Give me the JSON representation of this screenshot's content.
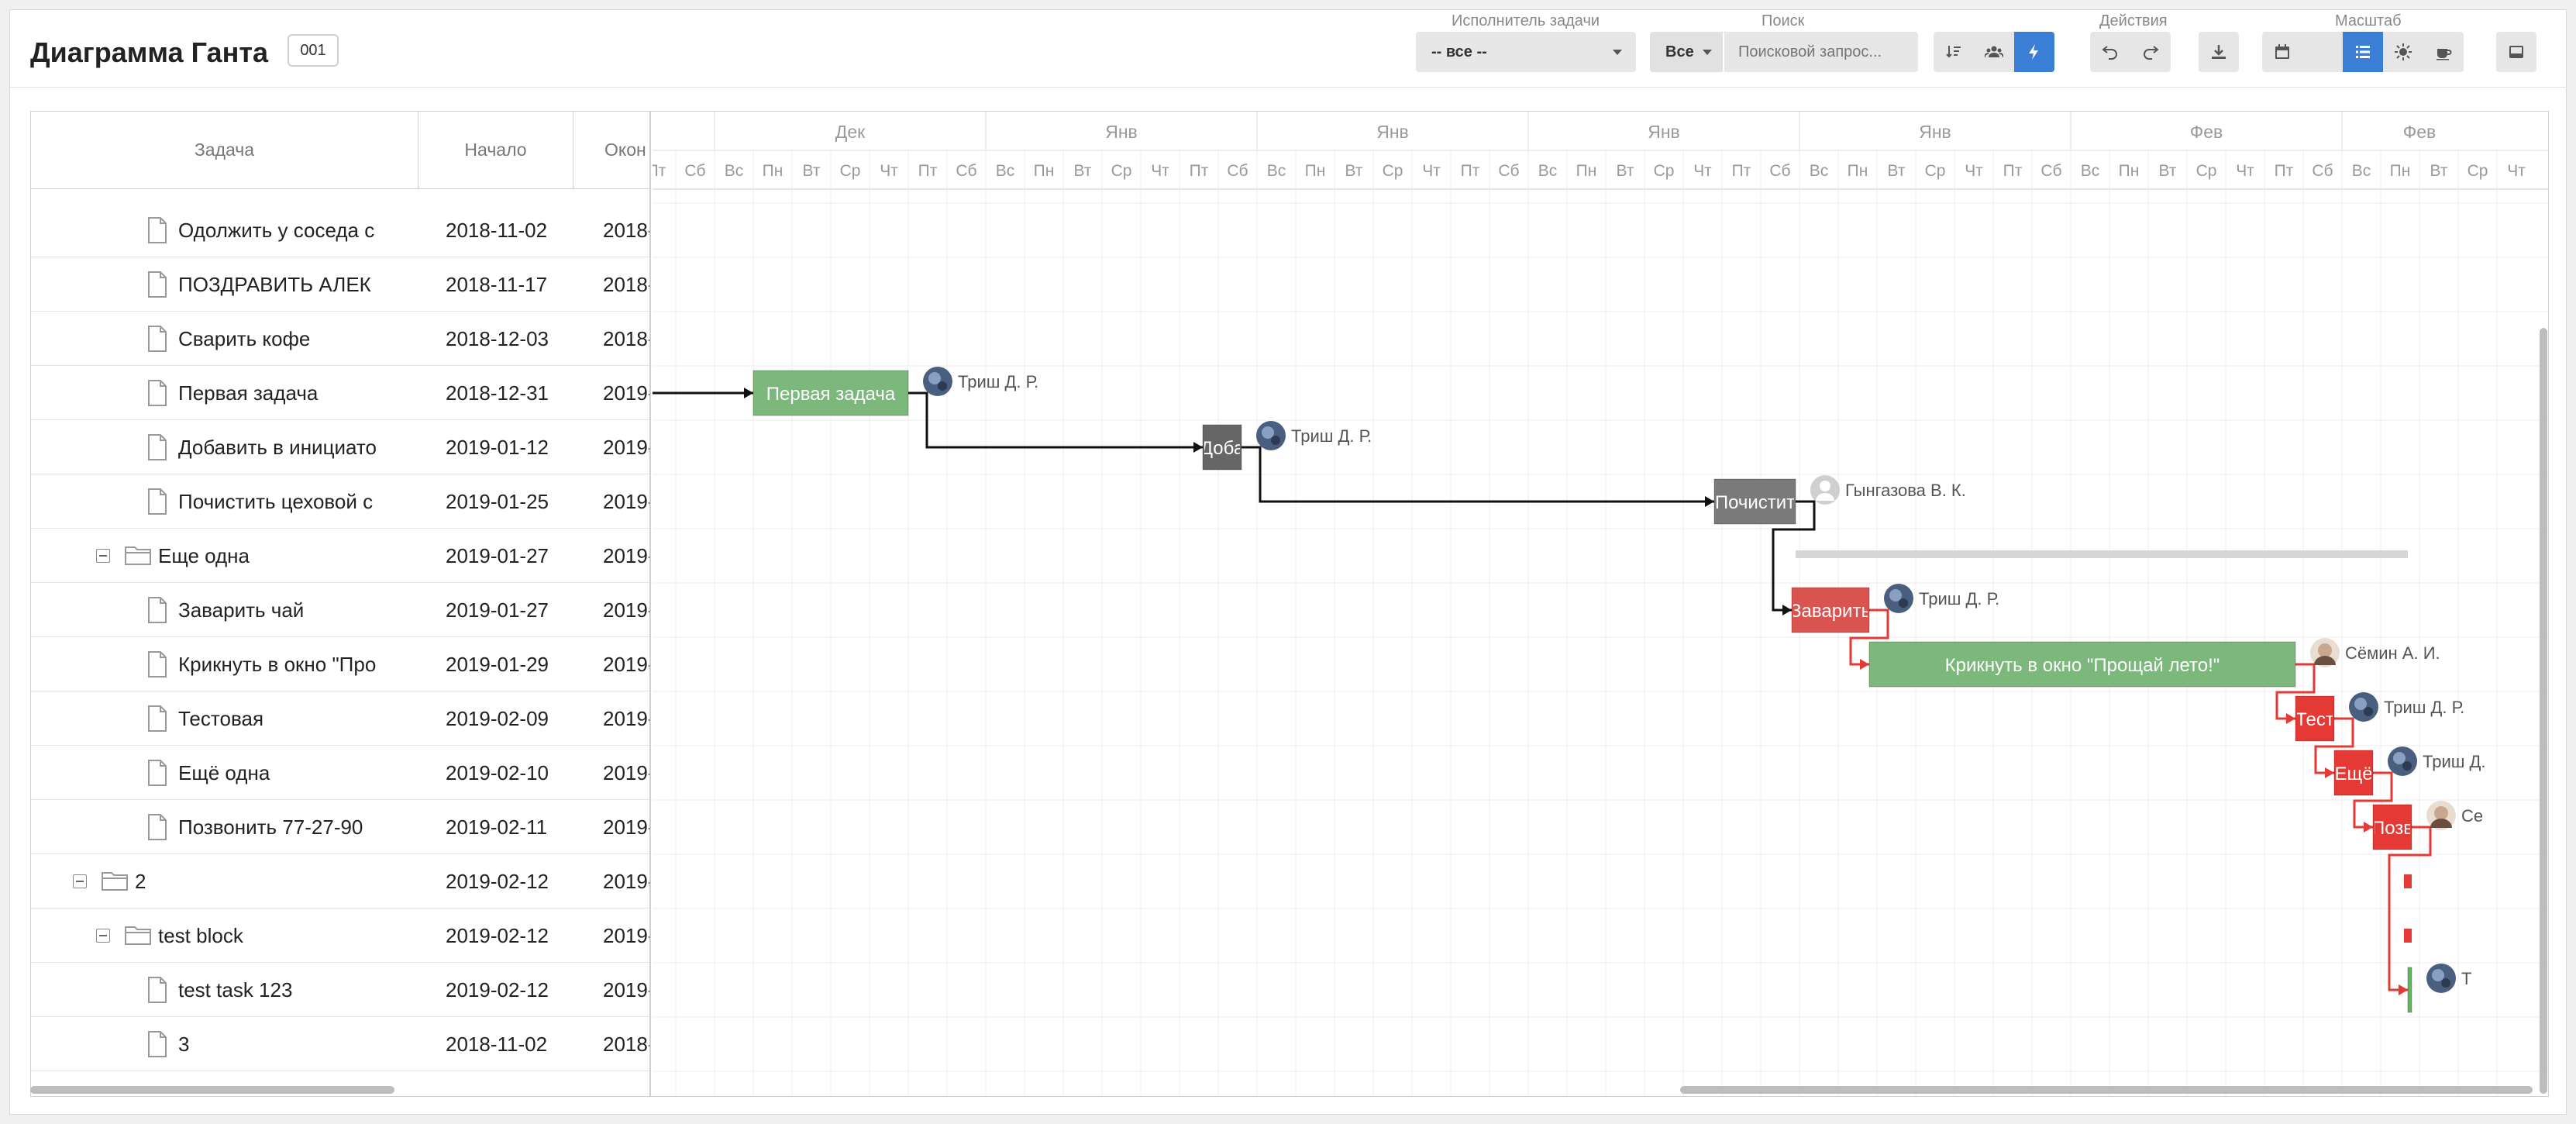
{
  "header": {
    "title": "Диаграмма Ганта",
    "badge": "001",
    "assignee": {
      "label": "Исполнитель задачи",
      "value": "-- все --"
    },
    "search": {
      "label": "Поиск",
      "scope": "Все",
      "placeholder": "Поисковой запрос..."
    },
    "actions_label": "Действия",
    "scale_label": "Масштаб",
    "accent_color": "#3a7fd5"
  },
  "table": {
    "columns": [
      "Задача",
      "Начало",
      "Окон"
    ],
    "rows": [
      {
        "name": "Одолжить у соседа с",
        "start": "2018-11-02",
        "end": "2018-",
        "type": "task",
        "indent": 2
      },
      {
        "name": "ПОЗДРАВИТЬ АЛЕК",
        "start": "2018-11-17",
        "end": "2018-",
        "type": "task",
        "indent": 2
      },
      {
        "name": "Сварить кофе",
        "start": "2018-12-03",
        "end": "2018-",
        "type": "task",
        "indent": 2
      },
      {
        "name": "Первая задача",
        "start": "2018-12-31",
        "end": "2019-",
        "type": "task",
        "indent": 2
      },
      {
        "name": "Добавить в инициато",
        "start": "2019-01-12",
        "end": "2019-",
        "type": "task",
        "indent": 2
      },
      {
        "name": "Почистить цеховой с",
        "start": "2019-01-25",
        "end": "2019-",
        "type": "task",
        "indent": 2
      },
      {
        "name": "Еще одна",
        "start": "2019-01-27",
        "end": "2019-",
        "type": "folder",
        "indent": 1
      },
      {
        "name": "Заварить чай",
        "start": "2019-01-27",
        "end": "2019-",
        "type": "task",
        "indent": 2
      },
      {
        "name": "Крикнуть в окно \"Про",
        "start": "2019-01-29",
        "end": "2019-",
        "type": "task",
        "indent": 2
      },
      {
        "name": "Тестовая",
        "start": "2019-02-09",
        "end": "2019-",
        "type": "task",
        "indent": 2
      },
      {
        "name": "Ещё одна",
        "start": "2019-02-10",
        "end": "2019-",
        "type": "task",
        "indent": 2
      },
      {
        "name": "Позвонить 77-27-90",
        "start": "2019-02-11",
        "end": "2019-",
        "type": "task",
        "indent": 2
      },
      {
        "name": "2",
        "start": "2019-02-12",
        "end": "2019-",
        "type": "folder",
        "indent": 0
      },
      {
        "name": "test block",
        "start": "2019-02-12",
        "end": "2019-",
        "type": "folder",
        "indent": 1
      },
      {
        "name": "test task 123",
        "start": "2019-02-12",
        "end": "2019-",
        "type": "task",
        "indent": 2
      },
      {
        "name": "3",
        "start": "2018-11-02",
        "end": "2018-",
        "type": "task",
        "indent": 0
      }
    ]
  },
  "timeline": {
    "months": [
      {
        "label": "Дек",
        "from": 2,
        "to": 9
      },
      {
        "label": "Янв",
        "from": 9,
        "to": 16
      },
      {
        "label": "Янв",
        "from": 16,
        "to": 23
      },
      {
        "label": "Янв",
        "from": 23,
        "to": 30
      },
      {
        "label": "Янв",
        "from": 30,
        "to": 37
      },
      {
        "label": "Фев",
        "from": 37,
        "to": 44
      },
      {
        "label": "Фев",
        "from": 44,
        "to": 48
      }
    ],
    "days": [
      "Пт",
      "Сб",
      "Вс",
      "Пн",
      "Вт",
      "Ср",
      "Чт",
      "Пт",
      "Сб",
      "Вс",
      "Пн",
      "Вт",
      "Ср",
      "Чт",
      "Пт",
      "Сб",
      "Вс",
      "Пн",
      "Вт",
      "Ср",
      "Чт",
      "Пт",
      "Сб",
      "Вс",
      "Пн",
      "Вт",
      "Ср",
      "Чт",
      "Пт",
      "Сб",
      "Вс",
      "Пн",
      "Вт",
      "Ср",
      "Чт",
      "Пт",
      "Сб",
      "Вс",
      "Пн",
      "Вт",
      "Ср",
      "Чт",
      "Пт",
      "Сб",
      "Вс",
      "Пн",
      "Вт",
      "Ср",
      "Чт"
    ],
    "bars": [
      {
        "row": 3,
        "label": "Первая задача",
        "from": 3,
        "to": 7,
        "color": "#7cb87c",
        "assignee": "Триш Д. Р.",
        "avatar": "photo"
      },
      {
        "row": 4,
        "label": "Доба",
        "from": 14.6,
        "to": 15.6,
        "color": "#666666",
        "assignee": "Триш Д. Р.",
        "avatar": "photo"
      },
      {
        "row": 5,
        "label": "Почистит",
        "from": 27.8,
        "to": 29.9,
        "color": "#7a7a7a",
        "assignee": "Гынгазова В. К.",
        "avatar": "default"
      },
      {
        "row": 7,
        "label": "Заварить",
        "from": 29.8,
        "to": 31.8,
        "color": "#d9534f",
        "assignee": "Триш Д. Р.",
        "avatar": "photo"
      },
      {
        "row": 8,
        "label": "Крикнуть в окно \"Прощай лето!\"",
        "from": 31.8,
        "to": 42.8,
        "color": "#7cb87c",
        "assignee": "Сёмин А. И.",
        "avatar": "face"
      },
      {
        "row": 9,
        "label": "Тест",
        "from": 42.8,
        "to": 43.8,
        "color": "#e53935",
        "assignee": "Триш Д. Р.",
        "avatar": "photo"
      },
      {
        "row": 10,
        "label": "Ещё",
        "from": 43.8,
        "to": 44.8,
        "color": "#e53935",
        "assignee": "Триш Д.",
        "avatar": "photo"
      },
      {
        "row": 11,
        "label": "Позв",
        "from": 44.8,
        "to": 45.8,
        "color": "#e53935",
        "assignee": "Се",
        "avatar": "face"
      },
      {
        "row": 14,
        "label": "",
        "from": 45.7,
        "to": 45.8,
        "color": "#5cb85c",
        "assignee": "Т",
        "avatar": "photo"
      }
    ],
    "summary": {
      "row": 6,
      "from": 29.9,
      "to": 45.7,
      "color": "#d6d6d6"
    },
    "milestones": [
      {
        "row": 12,
        "at": 45.7,
        "color": "#e53935"
      },
      {
        "row": 13,
        "at": 45.7,
        "color": "#e53935"
      }
    ]
  }
}
